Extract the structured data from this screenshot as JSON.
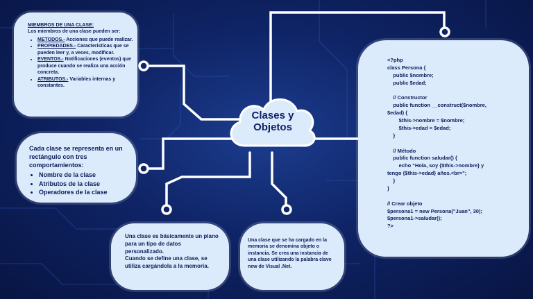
{
  "center": {
    "line1": "Clases y",
    "line2": "Objetos"
  },
  "miembros": {
    "heading": "MIEMBROS DE UNA CLASE:",
    "intro": "Los miembros de una clase pueden ser:",
    "items": [
      {
        "term": "METODOS.-",
        "desc": "Acciones que puede realizar."
      },
      {
        "term": "PROPIEDADES.-",
        "desc": "Caracteristicas que se pueden leer y, a veces, modificar."
      },
      {
        "term": "EVENTOS.-",
        "desc": "Notificaciones (eventos) que produce cuando se realiza una acción concreta."
      },
      {
        "term": "ATRIBUTOS.-",
        "desc": "Variables internas y constantes."
      }
    ]
  },
  "rectangulo": {
    "intro": "Cada clase se representa en un rectángulo con tres comportamientos:",
    "items": [
      "Nombre de la clase",
      "Atributos de la clase",
      "Operadores de la clase"
    ]
  },
  "plano": {
    "line1": "Una clase es básicamente un plano para un tipo de datos personalizado.",
    "line2": "Cuando se define una clase, se utiliza cargándola a la memoria."
  },
  "objeto": {
    "text": "Una clase que se ha cargado en la memoria se denomina objeto o instancia. Se crea una instancia de una clase utilizando la palabra clave new de Visual .Net."
  },
  "code": {
    "text": "<?php\nclass Persona {\n    public $nombre;\n    public $edad;\n\n    // Constructor\n    public function __construct($nombre,\n$edad) {\n        $this->nombre = $nombre;\n        $this->edad = $edad;\n    }\n\n    // Método\n    public function saludar() {\n        echo \"Hola, soy {$this->nombre} y\ntengo {$this->edad} años.<br>\";\n    }\n}\n\n// Crear objeto\n$persona1 = new Persona(\"Juan\", 30);\n$persona1->saludar();\n?>"
  },
  "colors": {
    "background": "#0f2466",
    "cloud": "#dcebfb",
    "text": "#0b1c59",
    "connector": "#ffffff"
  }
}
